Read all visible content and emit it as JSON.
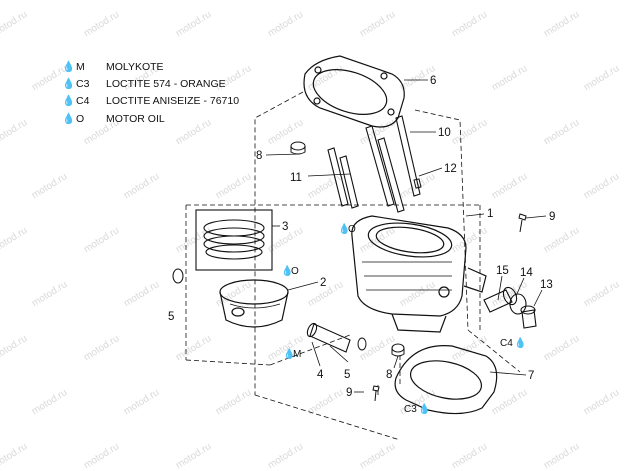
{
  "legend": [
    {
      "symbol": "drop-icon",
      "code": "M",
      "label": "MOLYKOTE"
    },
    {
      "symbol": "drop-icon",
      "code": "C3",
      "label": "LOCTITE 574 - ORANGE"
    },
    {
      "symbol": "drop-icon",
      "code": "C4",
      "label": "LOCTITE ANISEIZE - 76710"
    },
    {
      "symbol": "drop-icon",
      "code": "O",
      "label": "MOTOR OIL"
    }
  ],
  "callouts": {
    "c1": "1",
    "c2": "2",
    "c3": "3",
    "c4": "4",
    "c5a": "5",
    "c5b": "5",
    "c6": "6",
    "c7": "7",
    "c8a": "8",
    "c8b": "8",
    "c9a": "9",
    "c9b": "9",
    "c10": "10",
    "c11": "11",
    "c12": "12",
    "c13": "13",
    "c14": "14",
    "c15": "15"
  },
  "markers": {
    "oil_cylinder": "O",
    "oil_piston": "O",
    "moly_pin": "M",
    "c4_water": "C4",
    "c3_gasket": "C3"
  },
  "watermark": "motod.ru",
  "colors": {
    "line": "#111111",
    "watermark": "#d9d9d9"
  }
}
